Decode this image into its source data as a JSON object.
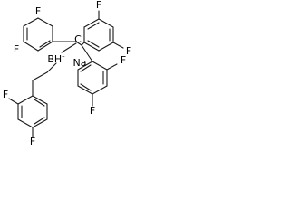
{
  "atoms": {
    "f1": "F",
    "f2": "F",
    "f3": "F",
    "f4": "F",
    "f5": "F",
    "f6": "F",
    "f7": "F",
    "f8": "F",
    "boron": "BH",
    "boron_charge": "–",
    "sodium": "Na",
    "carbon_dot": "C"
  }
}
